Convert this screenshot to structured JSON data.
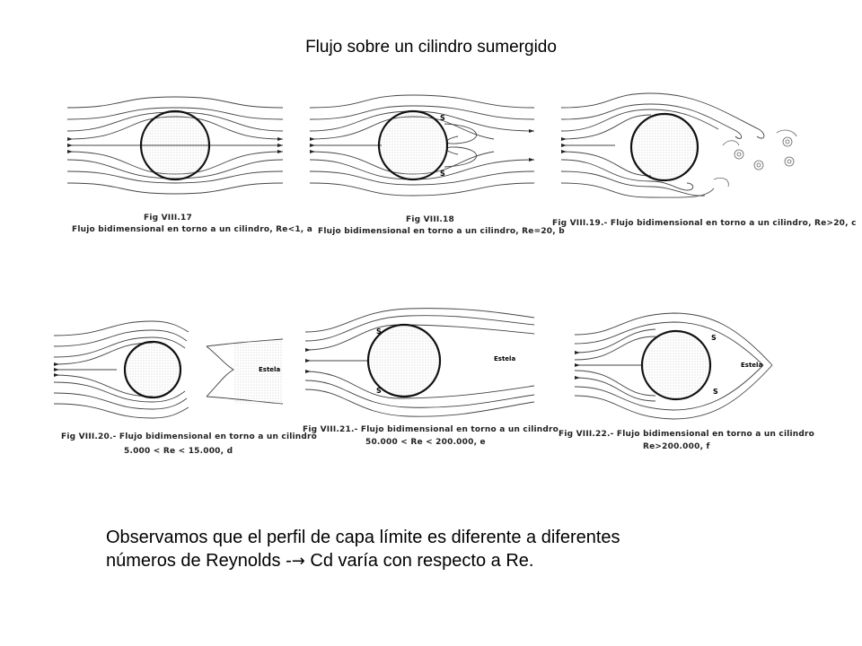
{
  "title": "Flujo sobre un cilindro sumergido",
  "figures": [
    {
      "caption_1": "Fig VIII.17",
      "caption_2": "Flujo bidimensional en torno a un cilindro, Re<1, a"
    },
    {
      "caption_1": "Fig VIII.18",
      "caption_2": "Flujo bidimensional en torno a un cilindro, Re=20, b"
    },
    {
      "caption_1": "Fig VIII.19.- Flujo bidimensional en torno a un cilindro, Re>20, c"
    },
    {
      "caption_1": "Fig VIII.20.- Flujo bidimensional en torno a un cilindro",
      "caption_2": "5.000 < Re < 15.000, d",
      "wake_label": "Estela"
    },
    {
      "caption_1": "Fig VIII.21.- Flujo bidimensional en torno a un cilindro",
      "caption_2": "50.000 < Re < 200.000, e",
      "wake_label": "Estela"
    },
    {
      "caption_1": "Fig VIII.22.- Flujo bidimensional en torno a un cilindro",
      "caption_2": "Re>200.000, f",
      "wake_label": "Estela"
    }
  ],
  "separation_label": "S",
  "conclusion": {
    "line1": "Observamos que el perfil de capa límite es diferente a diferentes",
    "line2_a": "números de Reynolds -",
    "arrow": "→",
    "line2_b": " Cd varía con respecto a Re."
  }
}
